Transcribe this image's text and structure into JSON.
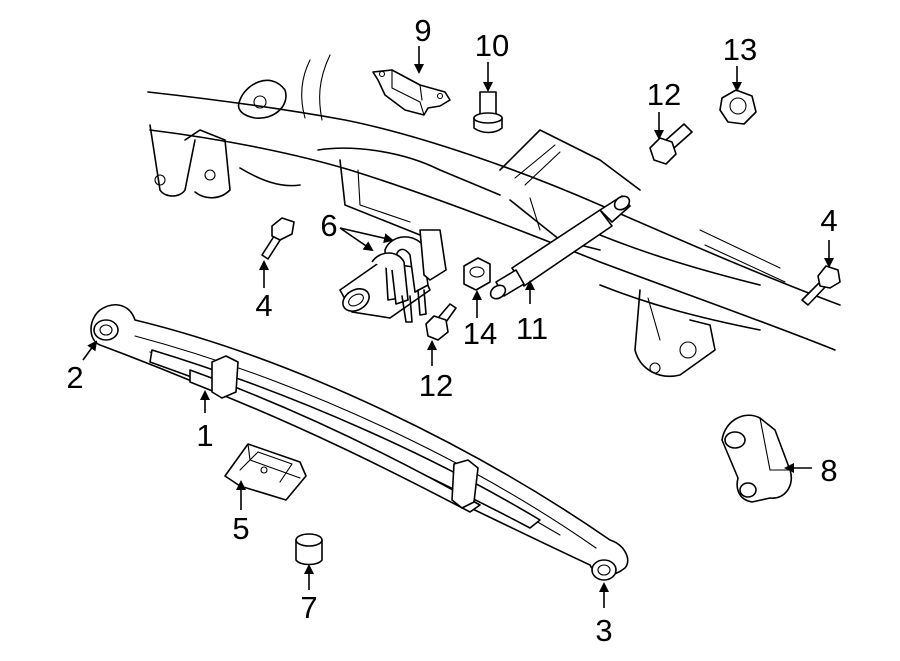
{
  "callouts": [
    {
      "id": "1",
      "label": "1"
    },
    {
      "id": "2",
      "label": "2"
    },
    {
      "id": "3",
      "label": "3"
    },
    {
      "id": "4a",
      "label": "4"
    },
    {
      "id": "4b",
      "label": "4"
    },
    {
      "id": "5",
      "label": "5"
    },
    {
      "id": "6",
      "label": "6"
    },
    {
      "id": "7",
      "label": "7"
    },
    {
      "id": "8",
      "label": "8"
    },
    {
      "id": "9",
      "label": "9"
    },
    {
      "id": "10",
      "label": "10"
    },
    {
      "id": "11",
      "label": "11"
    },
    {
      "id": "12a",
      "label": "12"
    },
    {
      "id": "12b",
      "label": "12"
    },
    {
      "id": "13",
      "label": "13"
    },
    {
      "id": "14",
      "label": "14"
    }
  ]
}
